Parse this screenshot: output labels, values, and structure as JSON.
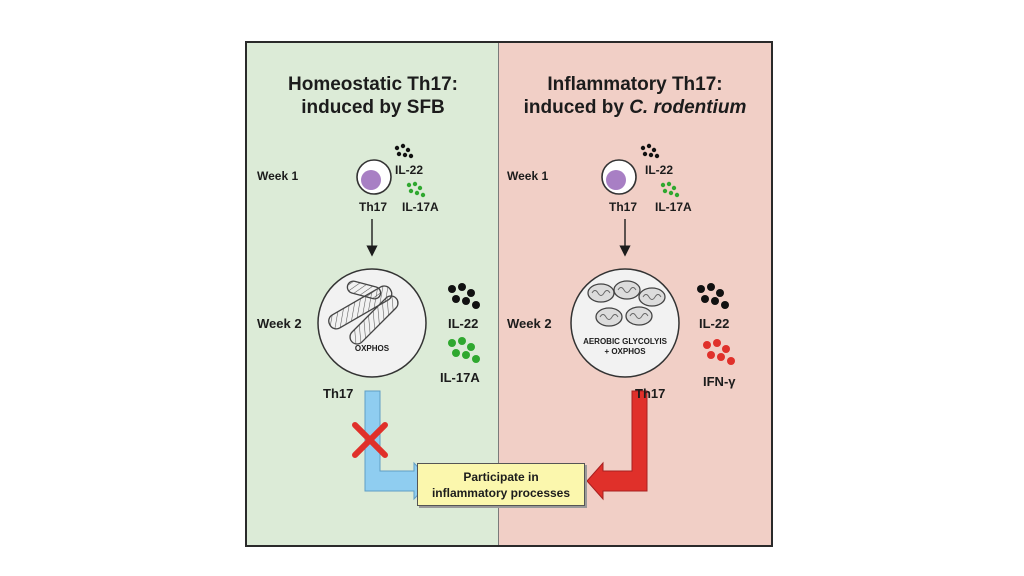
{
  "left_panel": {
    "title_line1": "Homeostatic Th17:",
    "title_line2": "induced by SFB",
    "week1_label": "Week 1",
    "week2_label": "Week 2",
    "cell_label_week1": "Th17",
    "cell_label_week2": "Th17",
    "cytokine_il22_week1": "IL-22",
    "cytokine_il17a_week1": "IL-17A",
    "cytokine_il22_week2": "IL-22",
    "cytokine_il17a_week2": "IL-17A",
    "metabolism_label": "OXPHOS",
    "color": "#dcebd7"
  },
  "right_panel": {
    "title_line1": "Inflammatory Th17:",
    "title_line2_prefix": "induced by ",
    "title_line2_italic": "C. rodentium",
    "week1_label": "Week 1",
    "week2_label": "Week 2",
    "cell_label_week1": "Th17",
    "cell_label_week2": "Th17",
    "cytokine_il22_week1": "IL-22",
    "cytokine_il17a_week1": "IL-17A",
    "cytokine_il22_week2": "IL-22",
    "cytokine_ifng_week2": "IFN-γ",
    "metabolism_line1": "AEROBIC GLYCOLYIS",
    "metabolism_line2": "+ OXPHOS",
    "color": "#f1cfc6"
  },
  "outcome": {
    "line1": "Participate in",
    "line2": "inflammatory processes"
  },
  "colors": {
    "il22_dots": "#111111",
    "il17a_dots": "#2fa82f",
    "ifng_dots": "#e0302a",
    "blocked_arrow": "#8fcdf0",
    "active_arrow": "#e0302a",
    "block_cross": "#e0302a"
  }
}
